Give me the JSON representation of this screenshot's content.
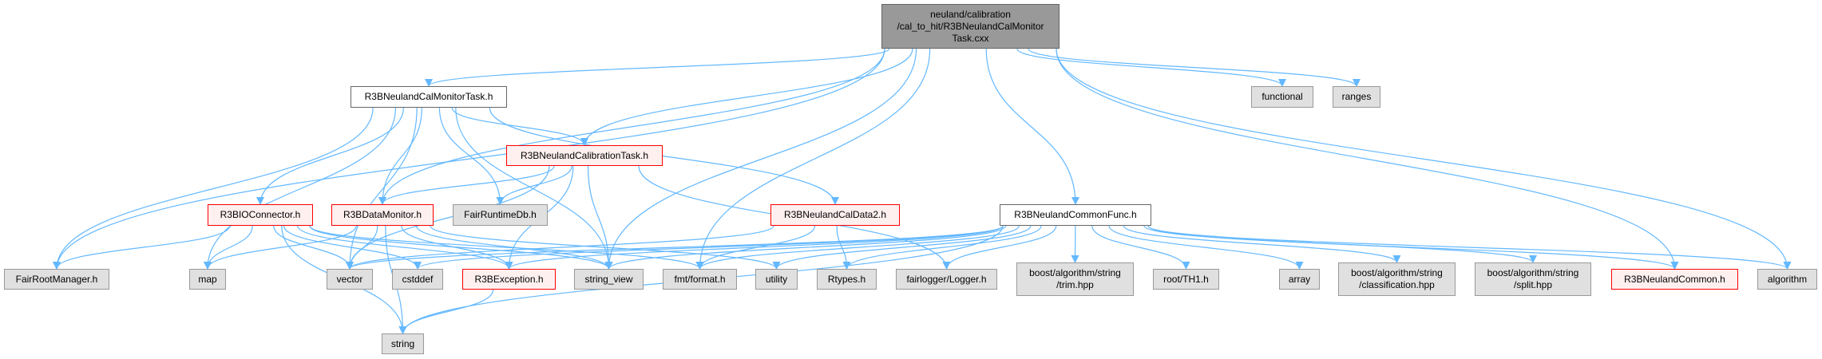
{
  "colors": {
    "edge": "#63b8ff",
    "root_fill": "#999999",
    "node_fill": "#e0e0e0",
    "highlight_border": "#ff0000"
  },
  "nodes": {
    "root": {
      "lines": [
        "neuland/calibration",
        "/cal_to_hit/R3BNeulandCalMonitor",
        "Task.cxx"
      ],
      "kind": "root"
    },
    "calmon": {
      "lines": [
        "R3BNeulandCalMonitorTask.h"
      ],
      "kind": "white"
    },
    "caltask": {
      "lines": [
        "R3BNeulandCalibrationTask.h"
      ],
      "kind": "red"
    },
    "ioconn": {
      "lines": [
        "R3BIOConnector.h"
      ],
      "kind": "red"
    },
    "datamon": {
      "lines": [
        "R3BDataMonitor.h"
      ],
      "kind": "red"
    },
    "runtimedb": {
      "lines": [
        "FairRuntimeDb.h"
      ],
      "kind": "gray"
    },
    "caldata2": {
      "lines": [
        "R3BNeulandCalData2.h"
      ],
      "kind": "red"
    },
    "commonfunc": {
      "lines": [
        "R3BNeulandCommonFunc.h"
      ],
      "kind": "white"
    },
    "functional": {
      "lines": [
        "functional"
      ],
      "kind": "gray"
    },
    "ranges": {
      "lines": [
        "ranges"
      ],
      "kind": "gray"
    },
    "rootmgr": {
      "lines": [
        "FairRootManager.h"
      ],
      "kind": "gray"
    },
    "map": {
      "lines": [
        "map"
      ],
      "kind": "gray"
    },
    "vector": {
      "lines": [
        "vector"
      ],
      "kind": "gray"
    },
    "cstddef": {
      "lines": [
        "cstddef"
      ],
      "kind": "gray"
    },
    "exception": {
      "lines": [
        "R3BException.h"
      ],
      "kind": "red"
    },
    "string_view": {
      "lines": [
        "string_view"
      ],
      "kind": "gray"
    },
    "fmt": {
      "lines": [
        "fmt/format.h"
      ],
      "kind": "gray"
    },
    "utility": {
      "lines": [
        "utility"
      ],
      "kind": "gray"
    },
    "rtypes": {
      "lines": [
        "Rtypes.h"
      ],
      "kind": "gray"
    },
    "logger": {
      "lines": [
        "fairlogger/Logger.h"
      ],
      "kind": "gray"
    },
    "trim": {
      "lines": [
        "boost/algorithm/string",
        "/trim.hpp"
      ],
      "kind": "gray"
    },
    "th1": {
      "lines": [
        "root/TH1.h"
      ],
      "kind": "gray"
    },
    "array": {
      "lines": [
        "array"
      ],
      "kind": "gray"
    },
    "classification": {
      "lines": [
        "boost/algorithm/string",
        "/classification.hpp"
      ],
      "kind": "gray"
    },
    "split": {
      "lines": [
        "boost/algorithm/string",
        "/split.hpp"
      ],
      "kind": "gray"
    },
    "neulandcommon": {
      "lines": [
        "R3BNeulandCommon.h"
      ],
      "kind": "red"
    },
    "algorithm": {
      "lines": [
        "algorithm"
      ],
      "kind": "gray"
    },
    "string": {
      "lines": [
        "string"
      ],
      "kind": "gray"
    }
  },
  "edges": [
    [
      "root",
      "rootmgr"
    ],
    [
      "root",
      "datamon"
    ],
    [
      "root",
      "calmon"
    ],
    [
      "root",
      "caltask"
    ],
    [
      "root",
      "string_view"
    ],
    [
      "root",
      "fmt"
    ],
    [
      "root",
      "commonfunc"
    ],
    [
      "root",
      "neulandcommon"
    ],
    [
      "root",
      "functional"
    ],
    [
      "root",
      "ranges"
    ],
    [
      "root",
      "algorithm"
    ],
    [
      "calmon",
      "rootmgr"
    ],
    [
      "calmon",
      "map"
    ],
    [
      "calmon",
      "vector"
    ],
    [
      "calmon",
      "ioconn"
    ],
    [
      "calmon",
      "datamon"
    ],
    [
      "calmon",
      "runtimedb"
    ],
    [
      "calmon",
      "caltask"
    ],
    [
      "calmon",
      "string_view"
    ],
    [
      "calmon",
      "caldata2"
    ],
    [
      "caltask",
      "datamon"
    ],
    [
      "caltask",
      "runtimedb"
    ],
    [
      "caltask",
      "vector"
    ],
    [
      "caltask",
      "exception"
    ],
    [
      "caltask",
      "string_view"
    ],
    [
      "caltask",
      "logger"
    ],
    [
      "ioconn",
      "rootmgr"
    ],
    [
      "ioconn",
      "map"
    ],
    [
      "ioconn",
      "vector"
    ],
    [
      "ioconn",
      "string"
    ],
    [
      "ioconn",
      "cstddef"
    ],
    [
      "ioconn",
      "exception"
    ],
    [
      "ioconn",
      "string_view"
    ],
    [
      "ioconn",
      "fmt"
    ],
    [
      "datamon",
      "map"
    ],
    [
      "datamon",
      "vector"
    ],
    [
      "datamon",
      "string"
    ],
    [
      "datamon",
      "exception"
    ],
    [
      "datamon",
      "string_view"
    ],
    [
      "datamon",
      "utility"
    ],
    [
      "caldata2",
      "vector"
    ],
    [
      "caldata2",
      "fmt"
    ],
    [
      "caldata2",
      "rtypes"
    ],
    [
      "commonfunc",
      "vector"
    ],
    [
      "commonfunc",
      "cstddef"
    ],
    [
      "commonfunc",
      "exception"
    ],
    [
      "commonfunc",
      "string_view"
    ],
    [
      "commonfunc",
      "fmt"
    ],
    [
      "commonfunc",
      "utility"
    ],
    [
      "commonfunc",
      "rtypes"
    ],
    [
      "commonfunc",
      "logger"
    ],
    [
      "commonfunc",
      "trim"
    ],
    [
      "commonfunc",
      "th1"
    ],
    [
      "commonfunc",
      "array"
    ],
    [
      "commonfunc",
      "classification"
    ],
    [
      "commonfunc",
      "split"
    ],
    [
      "commonfunc",
      "neulandcommon"
    ],
    [
      "commonfunc",
      "algorithm"
    ],
    [
      "commonfunc",
      "string"
    ],
    [
      "exception",
      "string"
    ]
  ]
}
